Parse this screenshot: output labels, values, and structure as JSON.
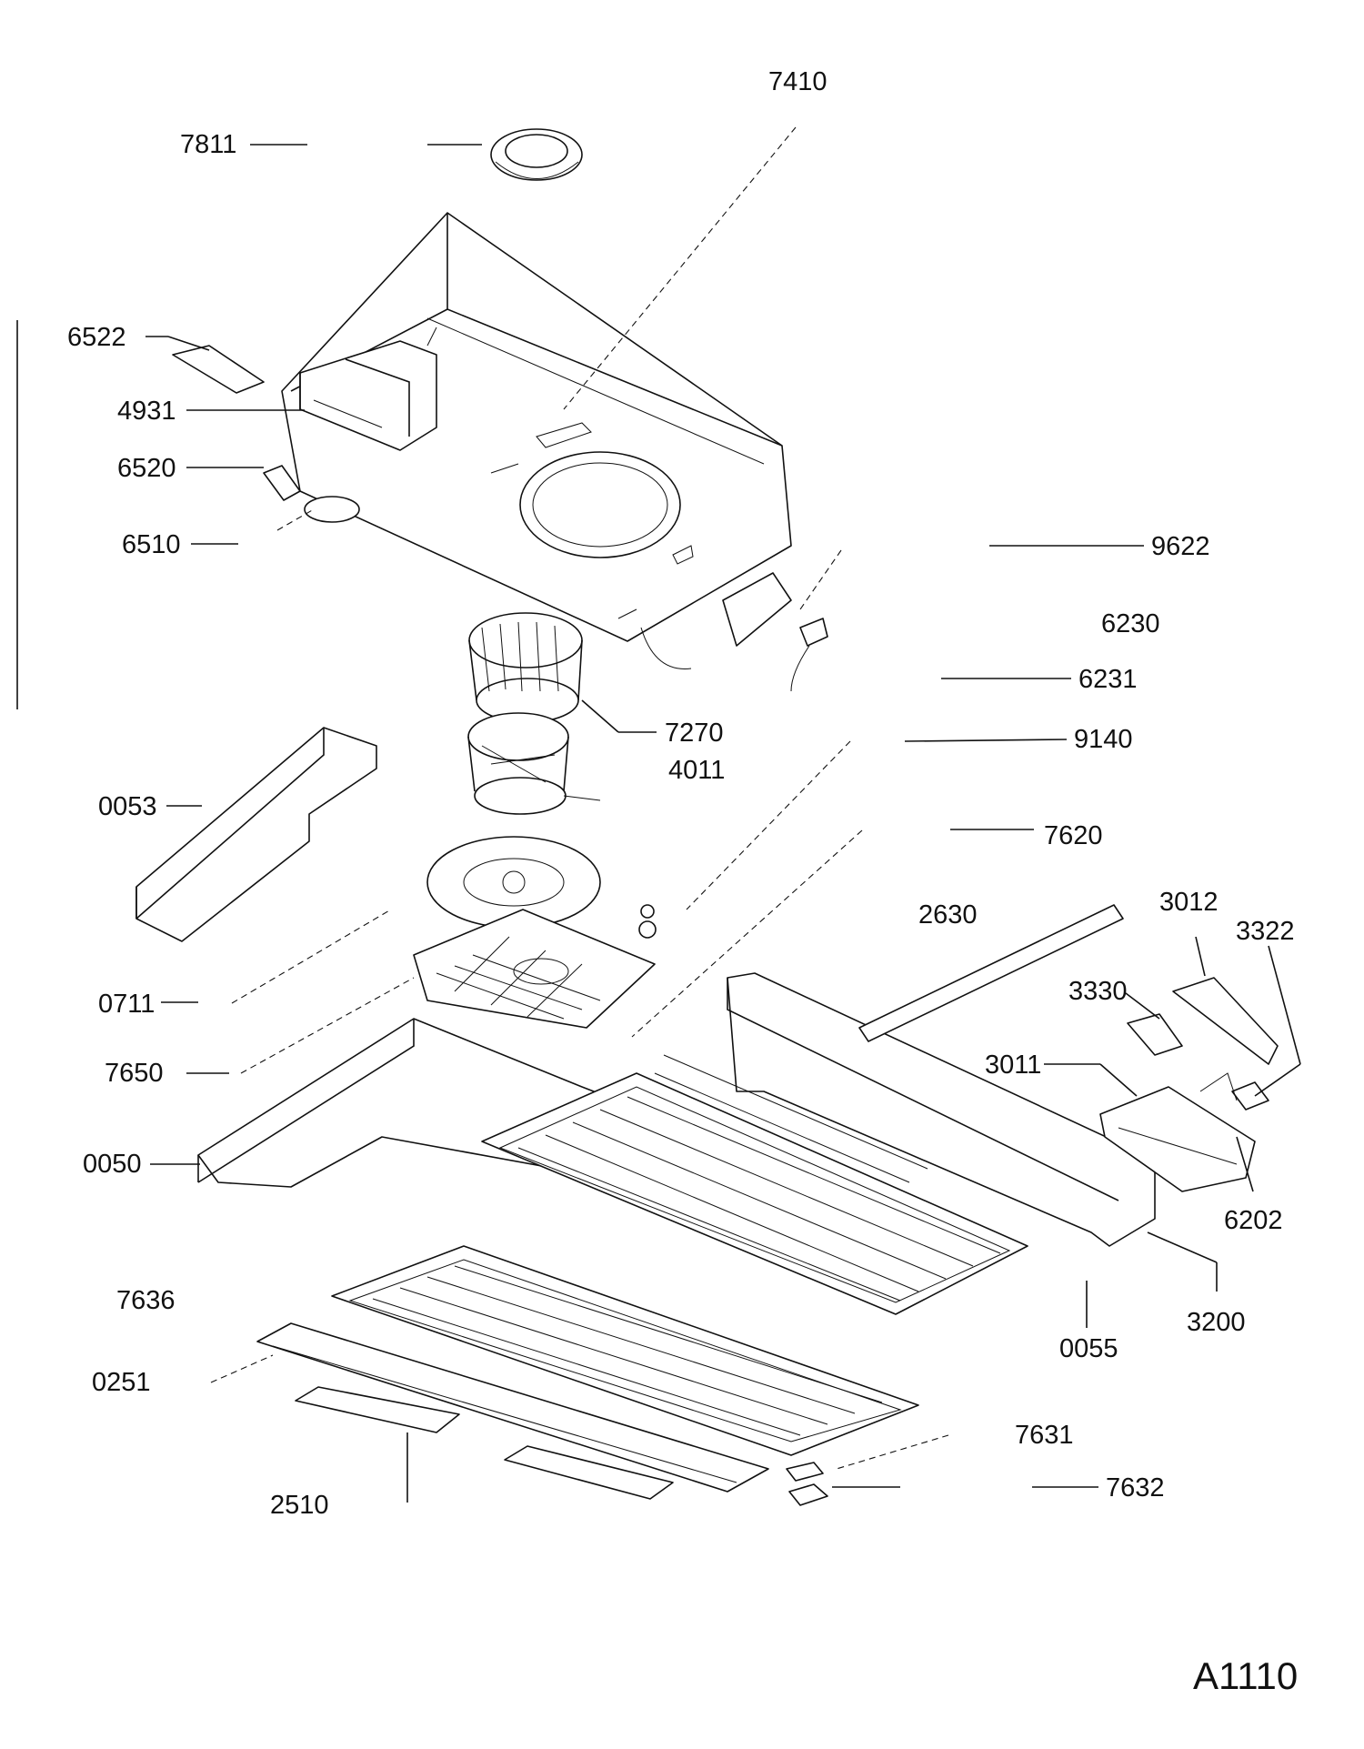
{
  "drawing_id": "A1110",
  "labels": [
    {
      "id": "7410",
      "text": "7410"
    },
    {
      "id": "7811",
      "text": "7811"
    },
    {
      "id": "6522",
      "text": "6522"
    },
    {
      "id": "4931",
      "text": "4931"
    },
    {
      "id": "6520",
      "text": "6520"
    },
    {
      "id": "6510",
      "text": "6510"
    },
    {
      "id": "9622",
      "text": "9622"
    },
    {
      "id": "6230",
      "text": "6230"
    },
    {
      "id": "6231",
      "text": "6231"
    },
    {
      "id": "7270",
      "text": "7270"
    },
    {
      "id": "4011",
      "text": "4011"
    },
    {
      "id": "9140",
      "text": "9140"
    },
    {
      "id": "0053",
      "text": "0053"
    },
    {
      "id": "7620",
      "text": "7620"
    },
    {
      "id": "2630",
      "text": "2630"
    },
    {
      "id": "3012",
      "text": "3012"
    },
    {
      "id": "3322",
      "text": "3322"
    },
    {
      "id": "3330",
      "text": "3330"
    },
    {
      "id": "0711",
      "text": "0711"
    },
    {
      "id": "3011",
      "text": "3011"
    },
    {
      "id": "7650",
      "text": "7650"
    },
    {
      "id": "0050",
      "text": "0050"
    },
    {
      "id": "6202",
      "text": "6202"
    },
    {
      "id": "7636",
      "text": "7636"
    },
    {
      "id": "3200",
      "text": "3200"
    },
    {
      "id": "0055",
      "text": "0055"
    },
    {
      "id": "0251",
      "text": "0251"
    },
    {
      "id": "7631",
      "text": "7631"
    },
    {
      "id": "7632",
      "text": "7632"
    },
    {
      "id": "2510",
      "text": "2510"
    }
  ]
}
